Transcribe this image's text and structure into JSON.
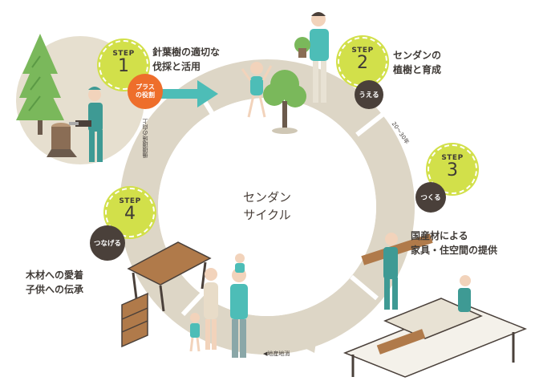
{
  "center": {
    "line1": "センダン",
    "line2": "サイクル"
  },
  "steps": [
    {
      "label": "STEP",
      "number": "1",
      "caption_line1": "針葉樹の適切な",
      "caption_line2": "伐採と活用"
    },
    {
      "label": "STEP",
      "number": "2",
      "caption_line1": "センダンの",
      "caption_line2": "植樹と育成",
      "action": "うえる"
    },
    {
      "label": "STEP",
      "number": "3",
      "caption_line1": "国産材による",
      "caption_line2": "家具・住空間の提供",
      "action": "つくる"
    },
    {
      "label": "STEP",
      "number": "4",
      "caption_line1": "木材への愛着",
      "caption_line2": "子供への伝承",
      "action": "つなげる"
    }
  ],
  "plus_badge": {
    "line1": "プラス",
    "line2": "の役割"
  },
  "notes": {
    "years": "20〜30年",
    "local_production": "◀地産地消",
    "environment": "循環環境の向上"
  },
  "colors": {
    "ring": "#ddd6c6",
    "step_badge": "#d2e04a",
    "dark_badge": "#4a403a",
    "orange_badge": "#ee6e2b",
    "teal_arrow": "#4dbdb7",
    "figure_teal": "#3e9a94",
    "tree_green": "#7ab85b"
  }
}
